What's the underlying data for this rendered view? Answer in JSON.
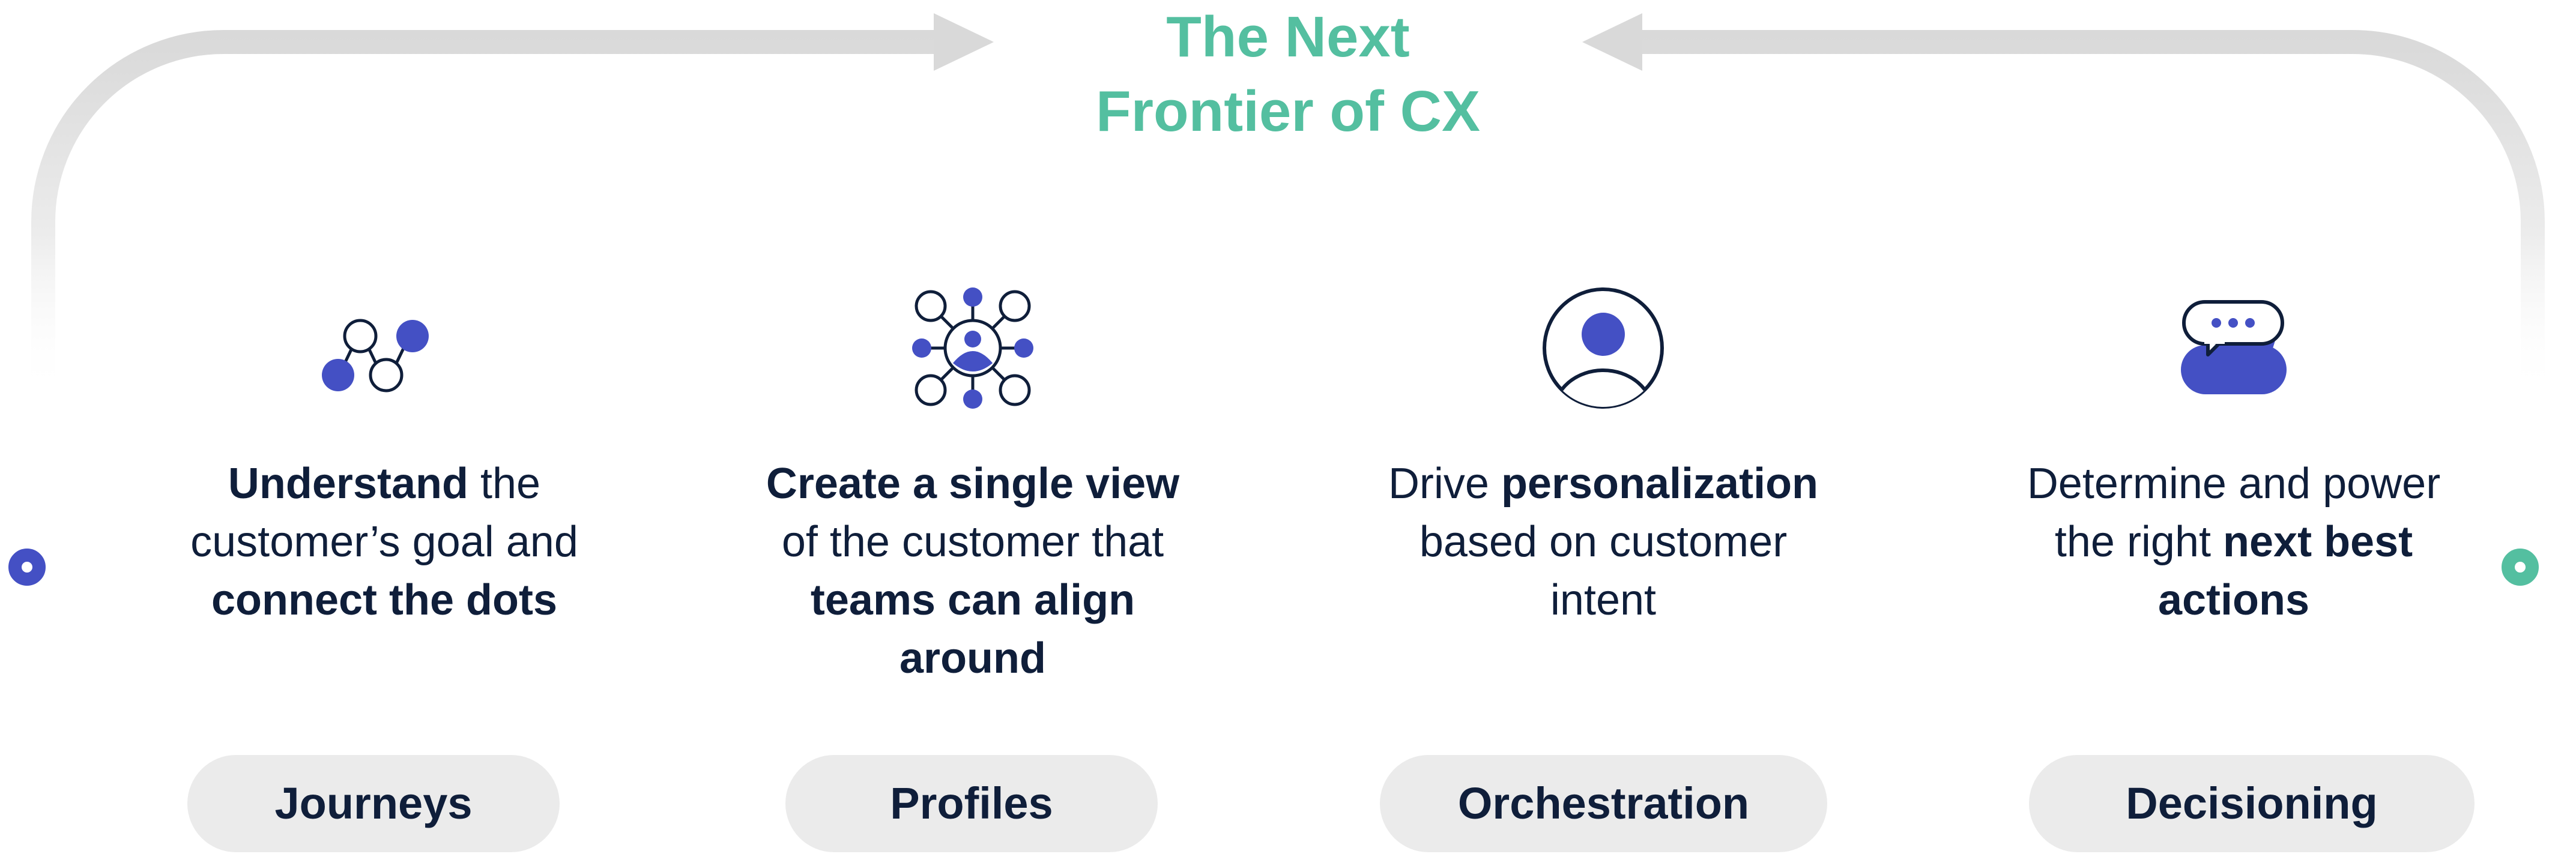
{
  "title": {
    "line1": "The Next",
    "line2": "Frontier of CX"
  },
  "colors": {
    "accent_teal": "#54bfa0",
    "accent_blue": "#4450c4",
    "text_dark": "#0f1e3a",
    "pill_bg": "#ebebeb",
    "arc_gray": "#dcdcdc"
  },
  "pillars": [
    {
      "icon": "connected-dots-icon",
      "lines": [
        [
          {
            "t": "Understand",
            "b": true
          },
          {
            "t": " the",
            "b": false
          }
        ],
        [
          {
            "t": "customer’s goal and",
            "b": false
          }
        ],
        [
          {
            "t": "connect the dots",
            "b": true
          }
        ]
      ],
      "label": "Journeys"
    },
    {
      "icon": "network-profile-icon",
      "lines": [
        [
          {
            "t": "Create a single view",
            "b": true
          }
        ],
        [
          {
            "t": "of the customer that",
            "b": false
          }
        ],
        [
          {
            "t": "teams can align",
            "b": true
          }
        ],
        [
          {
            "t": "around",
            "b": true
          }
        ]
      ],
      "label": "Profiles"
    },
    {
      "icon": "user-circle-icon",
      "lines": [
        [
          {
            "t": "Drive ",
            "b": false
          },
          {
            "t": "personalization",
            "b": true
          }
        ],
        [
          {
            "t": "based on customer",
            "b": false
          }
        ],
        [
          {
            "t": "intent",
            "b": false
          }
        ]
      ],
      "label": "Orchestration"
    },
    {
      "icon": "chat-bubbles-icon",
      "lines": [
        [
          {
            "t": "Determine and power",
            "b": false
          }
        ],
        [
          {
            "t": "the right ",
            "b": false
          },
          {
            "t": "next best",
            "b": true
          }
        ],
        [
          {
            "t": "actions",
            "b": true
          }
        ]
      ],
      "label": "Decisioning"
    }
  ]
}
